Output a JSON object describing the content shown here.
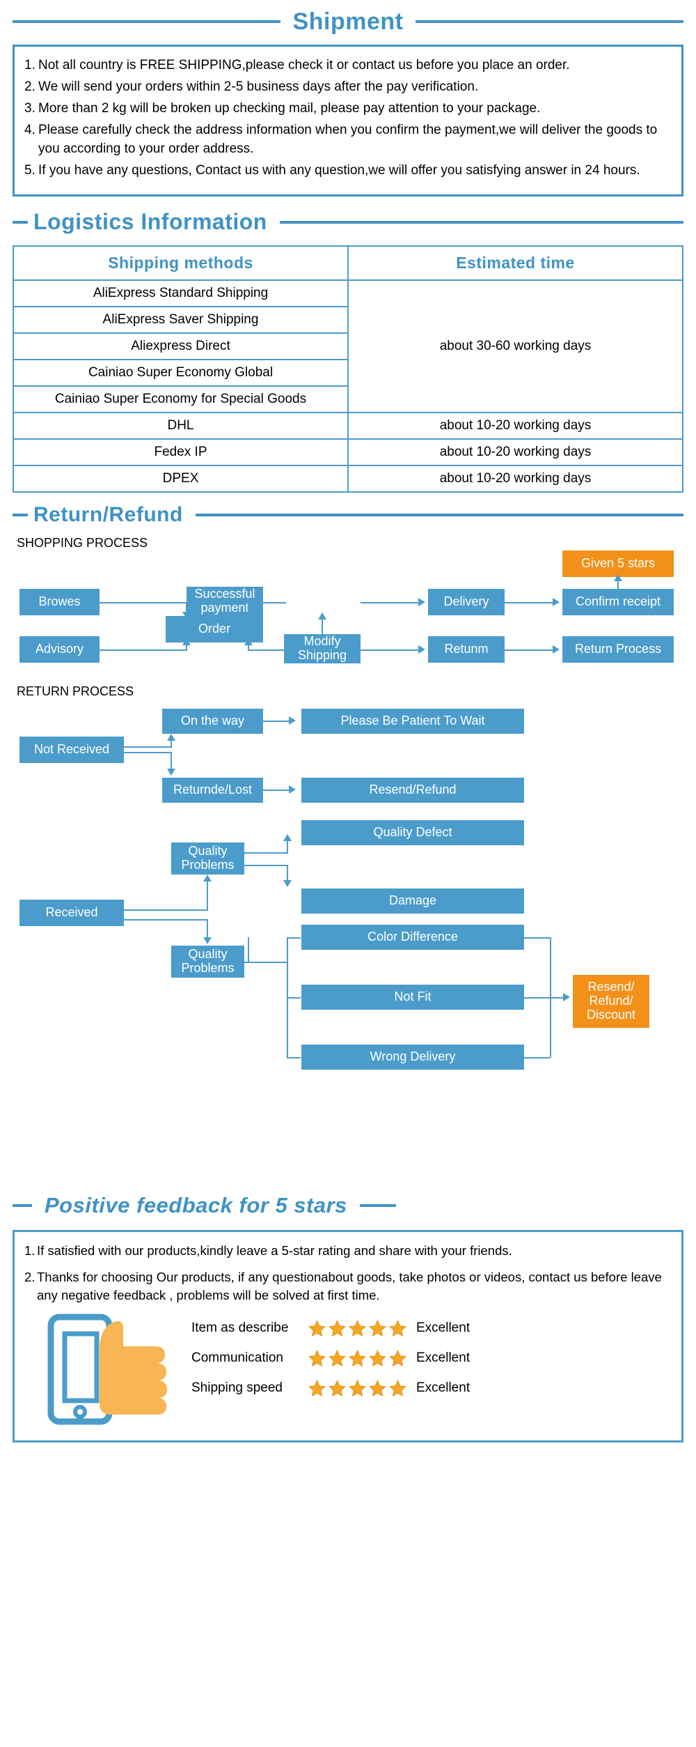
{
  "theme": {
    "blue": "#3f92c4",
    "box_blue": "#4b9ccb",
    "orange": "#f39019",
    "star": "#f5a623"
  },
  "shipment": {
    "heading": "Shipment",
    "items": [
      {
        "num": "1.",
        "text": "Not all country is FREE SHIPPING,please check it or contact us before you place an order."
      },
      {
        "num": "2.",
        "text": "We will send your orders within 2-5 business days after the pay verification."
      },
      {
        "num": "3.",
        "text": "More than 2 kg will be broken up checking mail, please pay attention to your package."
      },
      {
        "num": "4.",
        "text": "Please carefully check the address information when you confirm the payment,we will deliver the goods to you according to your order address."
      },
      {
        "num": "5.",
        "text": "If you have any questions, Contact us with any question,we will offer you satisfying answer in 24 hours."
      }
    ]
  },
  "logistics": {
    "heading": "Logistics  Information",
    "columns": [
      "Shipping  methods",
      "Estimated  time"
    ],
    "rows": [
      {
        "method": "AliExpress Standard Shipping",
        "time": "about 30-60 working days"
      },
      {
        "method": "AliExpress Saver Shipping",
        "time": ""
      },
      {
        "method": "Aliexpress Direct",
        "time": ""
      },
      {
        "method": "Cainiao Super Economy Global",
        "time": ""
      },
      {
        "method": "Cainiao Super Economy for Special Goods",
        "time": ""
      },
      {
        "method": "DHL",
        "time": "about 10-20  working days"
      },
      {
        "method": "Fedex IP",
        "time": "about 10-20  working days"
      },
      {
        "method": "DPEX",
        "time": "about 10-20  working days"
      }
    ],
    "grouped_time": "about 30-60 working days"
  },
  "return_refund": {
    "heading": "Return/Refund",
    "shopping_process": {
      "label": "SHOPPING PROCESS",
      "nodes": {
        "browes": "Browes",
        "order": "Order",
        "advisory": "Advisory",
        "successful_payment": "Successful payment",
        "modify_shipping": "Modify Shipping",
        "delivery": "Delivery",
        "retunm": "Retunm",
        "confirm_receipt": "Confirm receipt",
        "return_process": "Return Process",
        "given_5_stars": "Given 5 stars"
      }
    },
    "return_process": {
      "label": "RETURN PROCESS",
      "nodes": {
        "not_received": "Not Received",
        "on_the_way": "On the way",
        "be_patient": "Please Be Patient To Wait",
        "returnde_lost": "Returnde/Lost",
        "resend_refund": "Resend/Refund",
        "received": "Received",
        "quality_problems_1": "Quality Problems",
        "quality_problems_2": "Quality Problems",
        "quality_defect": "Quality Defect",
        "damage": "Damage",
        "color_difference": "Color Difference",
        "not_fit": "Not Fit",
        "wrong_delivery": "Wrong Delivery",
        "resend_refund_discount": "Resend/ Refund/ Discount"
      }
    }
  },
  "feedback": {
    "heading": "Positive feedback for 5 stars",
    "items": [
      {
        "num": "1.",
        "text": "If satisfied with our products,kindly leave a 5-star rating and share with your friends."
      },
      {
        "num": "2.",
        "text": "Thanks for choosing Our products, if any questionabout goods, take photos or videos, contact us before leave any negative feedback , problems will be solved at first time."
      }
    ],
    "ratings": [
      {
        "label": "Item as describe",
        "stars": 5,
        "verdict": "Excellent"
      },
      {
        "label": "Communication",
        "stars": 5,
        "verdict": "Excellent"
      },
      {
        "label": "Shipping speed",
        "stars": 5,
        "verdict": "Excellent"
      }
    ]
  }
}
